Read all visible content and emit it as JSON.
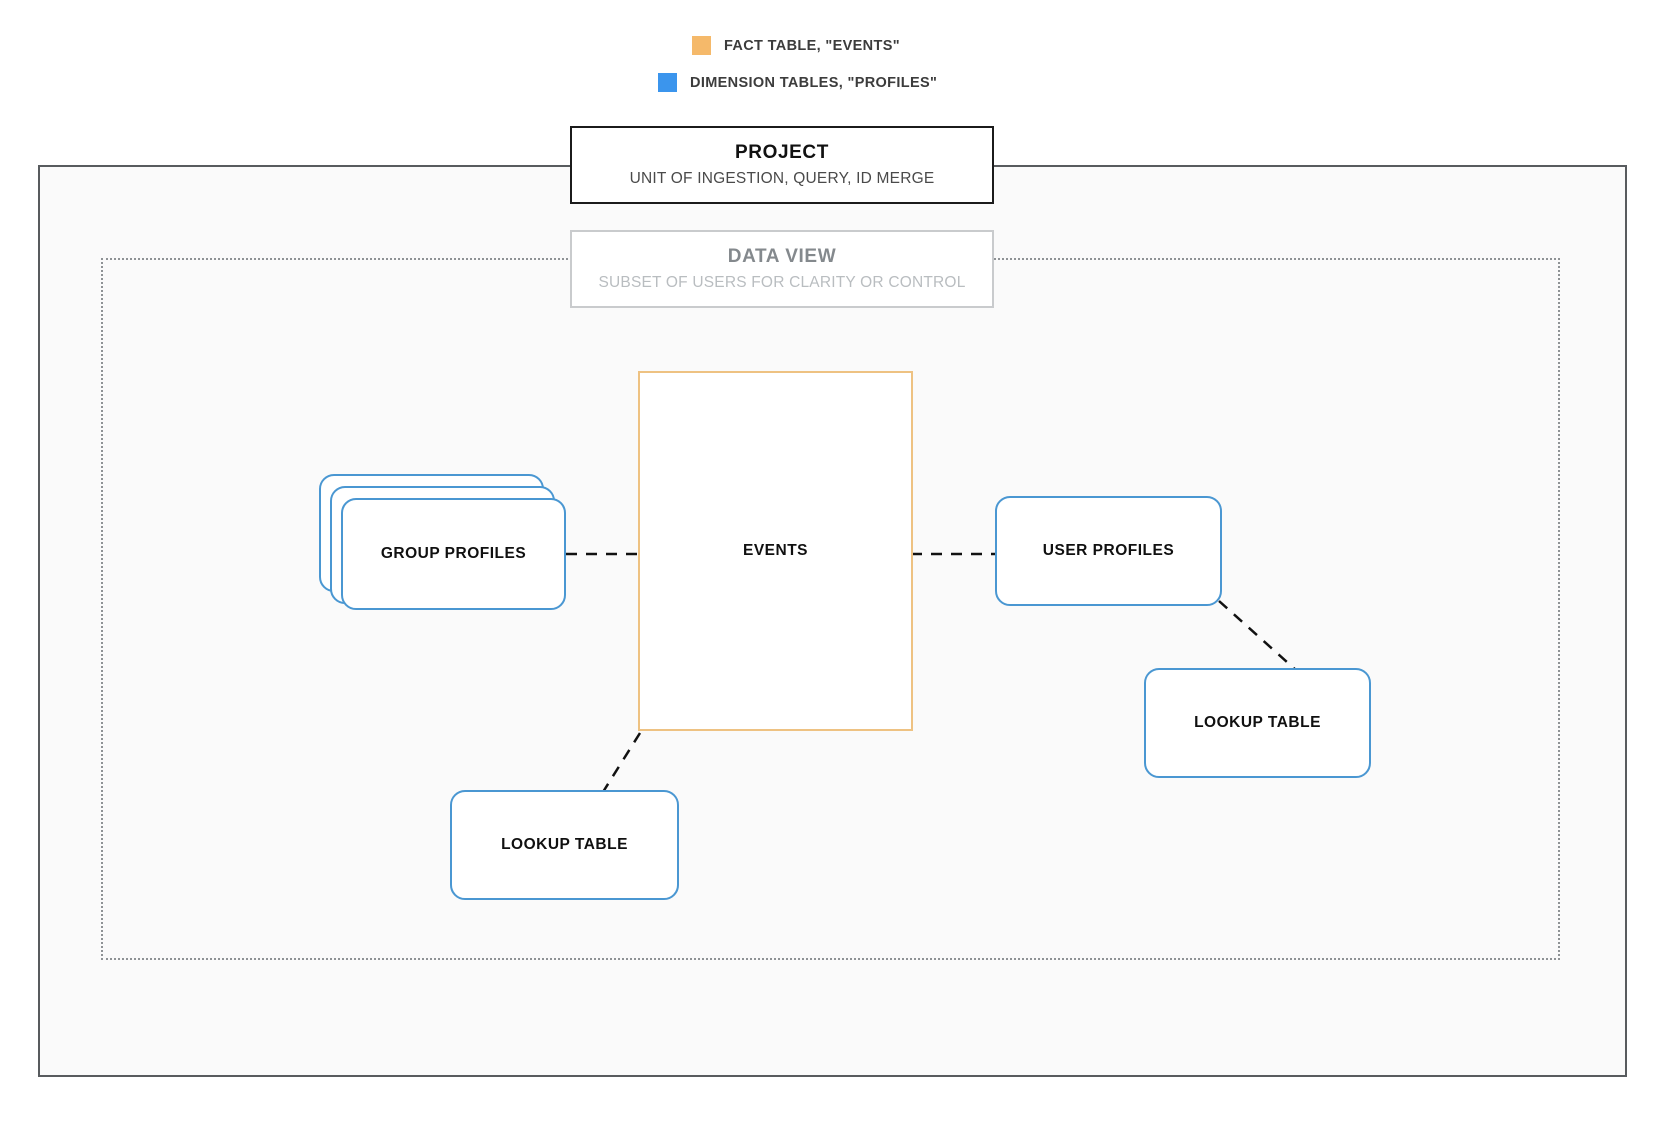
{
  "legend": {
    "items": [
      {
        "label": "FACT TABLE, \"EVENTS\"",
        "color": "#f5b96a",
        "icon": "orange-square-swatch"
      },
      {
        "label": "DIMENSION TABLES, \"PROFILES\"",
        "color": "#3b95ed",
        "icon": "blue-square-swatch"
      }
    ]
  },
  "project": {
    "title": "PROJECT",
    "subtitle": "UNIT OF INGESTION, QUERY, ID MERGE",
    "border_color": "#1b1b1b",
    "fill_color": "#fafafa"
  },
  "data_view": {
    "title": "DATA VIEW",
    "subtitle": "SUBSET OF USERS FOR CLARITY OR CONTROL",
    "border_color": "#c9cbcd",
    "title_color": "#84898d",
    "subtitle_color": "#b9bdc0"
  },
  "nodes": {
    "events": {
      "label": "EVENTS",
      "type": "fact-table",
      "border_color": "#eec282"
    },
    "group_profiles": {
      "label": "GROUP PROFILES",
      "type": "dimension-table-stack",
      "border_color": "#4a97d2",
      "stack_count": 3
    },
    "user_profiles": {
      "label": "USER PROFILES",
      "type": "dimension-table",
      "border_color": "#4a97d2"
    },
    "lookup_table_left": {
      "label": "LOOKUP TABLE",
      "type": "dimension-table",
      "border_color": "#4a97d2"
    },
    "lookup_table_right": {
      "label": "LOOKUP TABLE",
      "type": "dimension-table",
      "border_color": "#4a97d2"
    }
  },
  "connectors": {
    "style": "dashed",
    "color": "#111111",
    "edges": [
      {
        "from": "group_profiles",
        "to": "events"
      },
      {
        "from": "events",
        "to": "user_profiles"
      },
      {
        "from": "user_profiles",
        "to": "lookup_table_right"
      },
      {
        "from": "events",
        "to": "lookup_table_left"
      }
    ]
  }
}
